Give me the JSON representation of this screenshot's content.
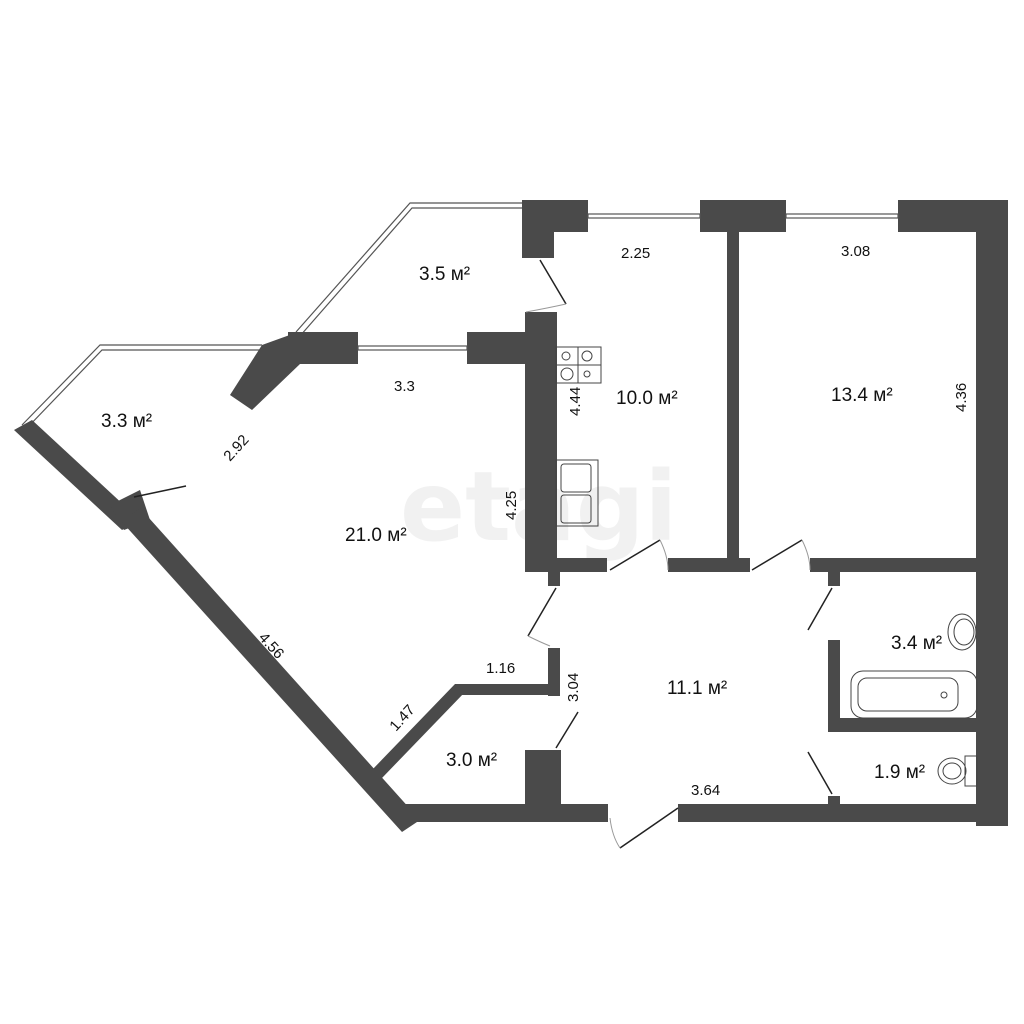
{
  "watermark": "etagi",
  "colors": {
    "wall": "#4a4a4a",
    "background": "#ffffff",
    "text": "#111111",
    "watermark": "#f1f1f1"
  },
  "rooms": [
    {
      "id": "balcony-top",
      "area": "3.5 м²"
    },
    {
      "id": "balcony-left",
      "area": "3.3 м²"
    },
    {
      "id": "living-room",
      "area": "21.0 м²"
    },
    {
      "id": "kitchen",
      "area": "10.0 м²"
    },
    {
      "id": "bedroom",
      "area": "13.4 м²"
    },
    {
      "id": "hallway",
      "area": "11.1 м²"
    },
    {
      "id": "storage",
      "area": "3.0 м²"
    },
    {
      "id": "bathroom",
      "area": "3.4 м²"
    },
    {
      "id": "toilet",
      "area": "1.9 м²"
    }
  ],
  "dimensions": {
    "kitchen_width": "2.25",
    "kitchen_length": "4.44",
    "bedroom_width": "3.08",
    "bedroom_length": "4.36",
    "living_width": "3.3",
    "living_length": "4.25",
    "living_diagonal": "4.56",
    "balcony_wall": "2.92",
    "storage_top": "1.16",
    "storage_diagonal": "1.47",
    "hallway_length": "3.04",
    "hallway_width": "3.64"
  },
  "fixtures": [
    "stove-icon",
    "double-sink-icon",
    "washbasin-icon",
    "bathtub-icon",
    "toilet-icon"
  ]
}
